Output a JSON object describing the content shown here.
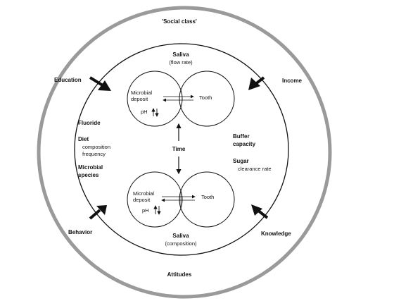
{
  "outer_ring": {
    "top": "'Social class'",
    "upper_left": "Education",
    "upper_right": "Income",
    "lower_left": "Behavior",
    "lower_right": "Knowledge",
    "bottom": "Attitudes"
  },
  "saliva_top": {
    "title": "Saliva",
    "subtitle": "(flow rate)"
  },
  "saliva_bottom": {
    "title": "Saliva",
    "subtitle": "(composition)"
  },
  "left_factors": {
    "fluoride": "Fluoride",
    "diet": "Diet",
    "diet_line1": "composition",
    "diet_line2": "frequency",
    "microbial_line1": "Microbial",
    "microbial_line2": "species"
  },
  "right_factors": {
    "buffer_line1": "Buffer",
    "buffer_line2": "capacity",
    "sugar": "Sugar",
    "sugar_sub": "clearance rate"
  },
  "center": {
    "time": "Time"
  },
  "venn_top": {
    "deposit_line1": "Microbial",
    "deposit_line2": "deposit",
    "tooth": "Tooth",
    "ph": "pH"
  },
  "venn_bottom": {
    "deposit_line1": "Microbial",
    "deposit_line2": "deposit",
    "tooth": "Tooth",
    "ph": "pH"
  },
  "colors": {
    "outer_ring": "#9a9a9a",
    "line": "#111111",
    "lesion_fill": "#bdbdbd"
  }
}
